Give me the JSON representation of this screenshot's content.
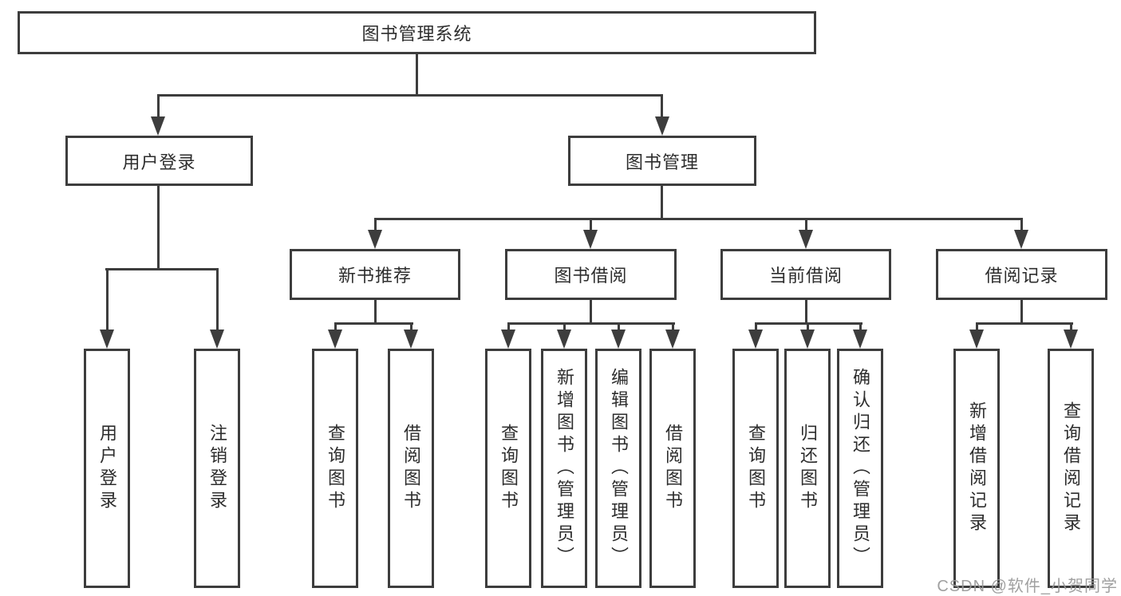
{
  "tree": {
    "root": "图书管理系统",
    "level2": [
      "用户登录",
      "图书管理"
    ],
    "level3": [
      "新书推荐",
      "图书借阅",
      "当前借阅",
      "借阅记录"
    ],
    "leaves": {
      "user_login": [
        "用户登录",
        "注销登录"
      ],
      "new_book": [
        "查询图书",
        "借阅图书"
      ],
      "book_borrow": [
        "查询图书",
        "新增图书（管理员）",
        "编辑图书（管理员）",
        "借阅图书"
      ],
      "current_borrow": [
        "查询图书",
        "归还图书",
        "确认归还（管理员）"
      ],
      "records": [
        "新增借阅记录",
        "查询借阅记录"
      ]
    }
  },
  "watermark": "CSDN @软件_小贺同学",
  "colors": {
    "line": "#3d3d3d",
    "text": "#2d2d2d",
    "watermark": "#989898",
    "background": "#ffffff"
  }
}
